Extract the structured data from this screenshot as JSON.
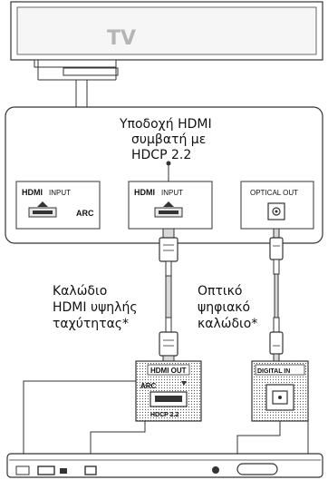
{
  "tv": {
    "label": "TV"
  },
  "tv_panel": {
    "hdmi_note": [
      "Υποδοχή HDMI",
      "συμβατή με",
      "HDCP 2.2"
    ],
    "ports": [
      {
        "logo": "HDMI",
        "name": "INPUT",
        "tag": "ARC"
      },
      {
        "logo": "HDMI",
        "name": "INPUT"
      },
      {
        "name": "OPTICAL OUT"
      }
    ]
  },
  "cables": {
    "hdmi_label": [
      "Καλώδιο",
      "HDMI υψηλής",
      "ταχύτητας*"
    ],
    "optical_label": [
      "Οπτικό",
      "ψηφιακό",
      "καλώδιο*"
    ]
  },
  "device_ports": {
    "hdmi_out": {
      "title": "HDMI OUT",
      "arc": "ARC",
      "hdcp": "HDCP 2.2"
    },
    "digital_in": {
      "title": "DIGITAL IN"
    }
  },
  "colors": {
    "stroke": "#333333",
    "light_fill": "#f4f4f4",
    "tv_label": "#b5b5b5",
    "cable": "#d9d9d9"
  }
}
